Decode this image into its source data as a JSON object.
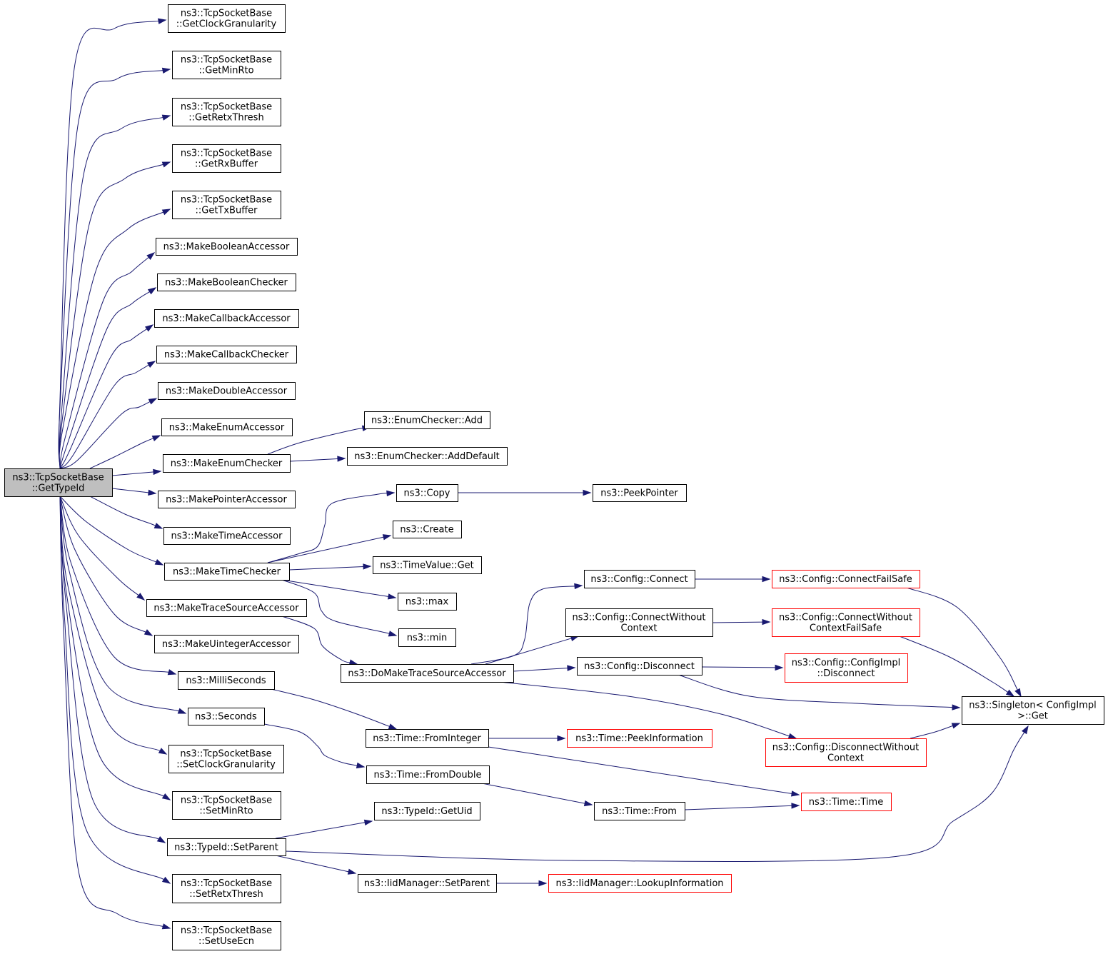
{
  "nodes": [
    {
      "id": "root",
      "lines": [
        "ns3::TcpSocketBase",
        "::GetTypeId"
      ],
      "style": "root"
    },
    {
      "id": "getClockGranularity",
      "lines": [
        "ns3::TcpSocketBase",
        "::GetClockGranularity"
      ],
      "style": "normal"
    },
    {
      "id": "getMinRto",
      "lines": [
        "ns3::TcpSocketBase",
        "::GetMinRto"
      ],
      "style": "normal"
    },
    {
      "id": "getRetxThresh",
      "lines": [
        "ns3::TcpSocketBase",
        "::GetRetxThresh"
      ],
      "style": "normal"
    },
    {
      "id": "getRxBuffer",
      "lines": [
        "ns3::TcpSocketBase",
        "::GetRxBuffer"
      ],
      "style": "normal"
    },
    {
      "id": "getTxBuffer",
      "lines": [
        "ns3::TcpSocketBase",
        "::GetTxBuffer"
      ],
      "style": "normal"
    },
    {
      "id": "makeBooleanAccessor",
      "lines": [
        "ns3::MakeBooleanAccessor"
      ],
      "style": "normal"
    },
    {
      "id": "makeBooleanChecker",
      "lines": [
        "ns3::MakeBooleanChecker"
      ],
      "style": "normal"
    },
    {
      "id": "makeCallbackAccessor",
      "lines": [
        "ns3::MakeCallbackAccessor"
      ],
      "style": "normal"
    },
    {
      "id": "makeCallbackChecker",
      "lines": [
        "ns3::MakeCallbackChecker"
      ],
      "style": "normal"
    },
    {
      "id": "makeDoubleAccessor",
      "lines": [
        "ns3::MakeDoubleAccessor"
      ],
      "style": "normal"
    },
    {
      "id": "makeEnumAccessor",
      "lines": [
        "ns3::MakeEnumAccessor"
      ],
      "style": "normal"
    },
    {
      "id": "makeEnumChecker",
      "lines": [
        "ns3::MakeEnumChecker"
      ],
      "style": "normal"
    },
    {
      "id": "makePointerAccessor",
      "lines": [
        "ns3::MakePointerAccessor"
      ],
      "style": "normal"
    },
    {
      "id": "makeTimeAccessor",
      "lines": [
        "ns3::MakeTimeAccessor"
      ],
      "style": "normal"
    },
    {
      "id": "makeTimeChecker",
      "lines": [
        "ns3::MakeTimeChecker"
      ],
      "style": "normal"
    },
    {
      "id": "makeTraceSourceAccessor",
      "lines": [
        "ns3::MakeTraceSourceAccessor"
      ],
      "style": "normal"
    },
    {
      "id": "makeUintegerAccessor",
      "lines": [
        "ns3::MakeUintegerAccessor"
      ],
      "style": "normal"
    },
    {
      "id": "milliSeconds",
      "lines": [
        "ns3::MilliSeconds"
      ],
      "style": "normal"
    },
    {
      "id": "seconds",
      "lines": [
        "ns3::Seconds"
      ],
      "style": "normal"
    },
    {
      "id": "setClockGranularity",
      "lines": [
        "ns3::TcpSocketBase",
        "::SetClockGranularity"
      ],
      "style": "normal"
    },
    {
      "id": "setMinRto",
      "lines": [
        "ns3::TcpSocketBase",
        "::SetMinRto"
      ],
      "style": "normal"
    },
    {
      "id": "typeIdSetParent",
      "lines": [
        "ns3::TypeId::SetParent"
      ],
      "style": "normal"
    },
    {
      "id": "setRetxThresh",
      "lines": [
        "ns3::TcpSocketBase",
        "::SetRetxThresh"
      ],
      "style": "normal"
    },
    {
      "id": "setUseEcn",
      "lines": [
        "ns3::TcpSocketBase",
        "::SetUseEcn"
      ],
      "style": "normal"
    },
    {
      "id": "enumAdd",
      "lines": [
        "ns3::EnumChecker::Add"
      ],
      "style": "normal"
    },
    {
      "id": "enumAddDefault",
      "lines": [
        "ns3::EnumChecker::AddDefault"
      ],
      "style": "normal"
    },
    {
      "id": "copy",
      "lines": [
        "ns3::Copy"
      ],
      "style": "normal"
    },
    {
      "id": "peekPointer",
      "lines": [
        "ns3::PeekPointer"
      ],
      "style": "normal"
    },
    {
      "id": "create",
      "lines": [
        "ns3::Create"
      ],
      "style": "normal"
    },
    {
      "id": "timeValueGet",
      "lines": [
        "ns3::TimeValue::Get"
      ],
      "style": "normal"
    },
    {
      "id": "max",
      "lines": [
        "ns3::max"
      ],
      "style": "normal"
    },
    {
      "id": "min",
      "lines": [
        "ns3::min"
      ],
      "style": "normal"
    },
    {
      "id": "doMakeTraceSourceAccessor",
      "lines": [
        "ns3::DoMakeTraceSourceAccessor"
      ],
      "style": "normal"
    },
    {
      "id": "configConnect",
      "lines": [
        "ns3::Config::Connect"
      ],
      "style": "normal"
    },
    {
      "id": "configConnectFailSafe",
      "lines": [
        "ns3::Config::ConnectFailSafe"
      ],
      "style": "red"
    },
    {
      "id": "configConnectWithoutContext",
      "lines": [
        "ns3::Config::ConnectWithout",
        "Context"
      ],
      "style": "normal"
    },
    {
      "id": "configConnectWithoutContextFailSafe",
      "lines": [
        "ns3::Config::ConnectWithout",
        "ContextFailSafe"
      ],
      "style": "red"
    },
    {
      "id": "configDisconnect",
      "lines": [
        "ns3::Config::Disconnect"
      ],
      "style": "normal"
    },
    {
      "id": "configImplDisconnect",
      "lines": [
        "ns3::Config::ConfigImpl",
        "::Disconnect"
      ],
      "style": "red"
    },
    {
      "id": "singletonGet",
      "lines": [
        "ns3::Singleton< ConfigImpl",
        " >::Get"
      ],
      "style": "normal"
    },
    {
      "id": "configDisconnectWithoutContext",
      "lines": [
        "ns3::Config::DisconnectWithout",
        "Context"
      ],
      "style": "red"
    },
    {
      "id": "timeFromInteger",
      "lines": [
        "ns3::Time::FromInteger"
      ],
      "style": "normal"
    },
    {
      "id": "timePeekInformation",
      "lines": [
        "ns3::Time::PeekInformation"
      ],
      "style": "red"
    },
    {
      "id": "timeFromDouble",
      "lines": [
        "ns3::Time::FromDouble"
      ],
      "style": "normal"
    },
    {
      "id": "timeTime",
      "lines": [
        "ns3::Time::Time"
      ],
      "style": "red"
    },
    {
      "id": "timeFrom",
      "lines": [
        "ns3::Time::From"
      ],
      "style": "normal"
    },
    {
      "id": "typeIdGetUid",
      "lines": [
        "ns3::TypeId::GetUid"
      ],
      "style": "normal"
    },
    {
      "id": "iidSetParent",
      "lines": [
        "ns3::IidManager::SetParent"
      ],
      "style": "normal"
    },
    {
      "id": "iidLookupInformation",
      "lines": [
        "ns3::IidManager::LookupInformation"
      ],
      "style": "red"
    }
  ],
  "edges": [
    [
      "root",
      "getClockGranularity"
    ],
    [
      "root",
      "getMinRto"
    ],
    [
      "root",
      "getRetxThresh"
    ],
    [
      "root",
      "getRxBuffer"
    ],
    [
      "root",
      "getTxBuffer"
    ],
    [
      "root",
      "makeBooleanAccessor"
    ],
    [
      "root",
      "makeBooleanChecker"
    ],
    [
      "root",
      "makeCallbackAccessor"
    ],
    [
      "root",
      "makeCallbackChecker"
    ],
    [
      "root",
      "makeDoubleAccessor"
    ],
    [
      "root",
      "makeEnumAccessor"
    ],
    [
      "root",
      "makeEnumChecker"
    ],
    [
      "root",
      "makePointerAccessor"
    ],
    [
      "root",
      "makeTimeAccessor"
    ],
    [
      "root",
      "makeTimeChecker"
    ],
    [
      "root",
      "makeTraceSourceAccessor"
    ],
    [
      "root",
      "makeUintegerAccessor"
    ],
    [
      "root",
      "milliSeconds"
    ],
    [
      "root",
      "seconds"
    ],
    [
      "root",
      "setClockGranularity"
    ],
    [
      "root",
      "setMinRto"
    ],
    [
      "root",
      "typeIdSetParent"
    ],
    [
      "root",
      "setRetxThresh"
    ],
    [
      "root",
      "setUseEcn"
    ],
    [
      "makeEnumChecker",
      "enumAdd"
    ],
    [
      "makeEnumChecker",
      "enumAddDefault"
    ],
    [
      "makeTimeChecker",
      "copy"
    ],
    [
      "makeTimeChecker",
      "create"
    ],
    [
      "makeTimeChecker",
      "timeValueGet"
    ],
    [
      "makeTimeChecker",
      "max"
    ],
    [
      "makeTimeChecker",
      "min"
    ],
    [
      "copy",
      "peekPointer"
    ],
    [
      "makeTraceSourceAccessor",
      "doMakeTraceSourceAccessor"
    ],
    [
      "doMakeTraceSourceAccessor",
      "configConnect"
    ],
    [
      "doMakeTraceSourceAccessor",
      "configConnectWithoutContext"
    ],
    [
      "doMakeTraceSourceAccessor",
      "configDisconnect"
    ],
    [
      "doMakeTraceSourceAccessor",
      "configDisconnectWithoutContext"
    ],
    [
      "configConnect",
      "configConnectFailSafe"
    ],
    [
      "configConnectWithoutContext",
      "configConnectWithoutContextFailSafe"
    ],
    [
      "configDisconnect",
      "configImplDisconnect"
    ],
    [
      "configDisconnect",
      "singletonGet"
    ],
    [
      "configConnectFailSafe",
      "singletonGet"
    ],
    [
      "configConnectWithoutContextFailSafe",
      "singletonGet"
    ],
    [
      "configDisconnectWithoutContext",
      "singletonGet"
    ],
    [
      "milliSeconds",
      "timeFromInteger"
    ],
    [
      "seconds",
      "timeFromDouble"
    ],
    [
      "timeFromInteger",
      "timePeekInformation"
    ],
    [
      "timeFromInteger",
      "timeTime"
    ],
    [
      "timeFromDouble",
      "timeFrom"
    ],
    [
      "timeFrom",
      "timeTime"
    ],
    [
      "typeIdSetParent",
      "typeIdGetUid"
    ],
    [
      "typeIdSetParent",
      "iidSetParent"
    ],
    [
      "typeIdSetParent",
      "singletonGet"
    ],
    [
      "iidSetParent",
      "iidLookupInformation"
    ]
  ]
}
